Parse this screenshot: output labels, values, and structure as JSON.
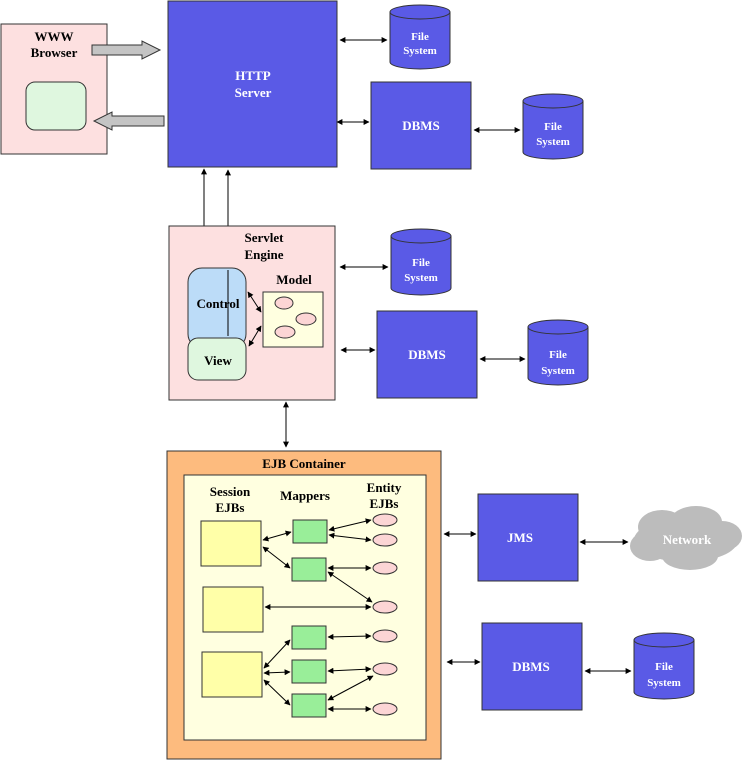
{
  "browser": {
    "line1": "WWW",
    "line2": "Browser"
  },
  "http_server": {
    "line1": "HTTP",
    "line2": "Server"
  },
  "dbms_label": "DBMS",
  "file_system": {
    "line1": "File",
    "line2": "System"
  },
  "servlet_engine": {
    "line1": "Servlet",
    "line2": "Engine",
    "control": "Control",
    "view": "View",
    "model": "Model"
  },
  "ejb_container": {
    "title": "EJB Container",
    "session_line1": "Session",
    "session_line2": "EJBs",
    "mappers": "Mappers",
    "entity_line1": "Entity",
    "entity_line2": "EJBs"
  },
  "jms": "JMS",
  "network": "Network",
  "colors": {
    "server_blue": "#5a5ae6",
    "pink": "#fde0e0",
    "orange": "#fdbb7e",
    "cream": "#ffffe0",
    "yellow": "#ffffa8",
    "green": "#99ee99",
    "light_green": "#dff7df",
    "light_blue": "#bcdcf8",
    "oval": "#fcd5d5",
    "cloud": "#bcbcbc"
  }
}
